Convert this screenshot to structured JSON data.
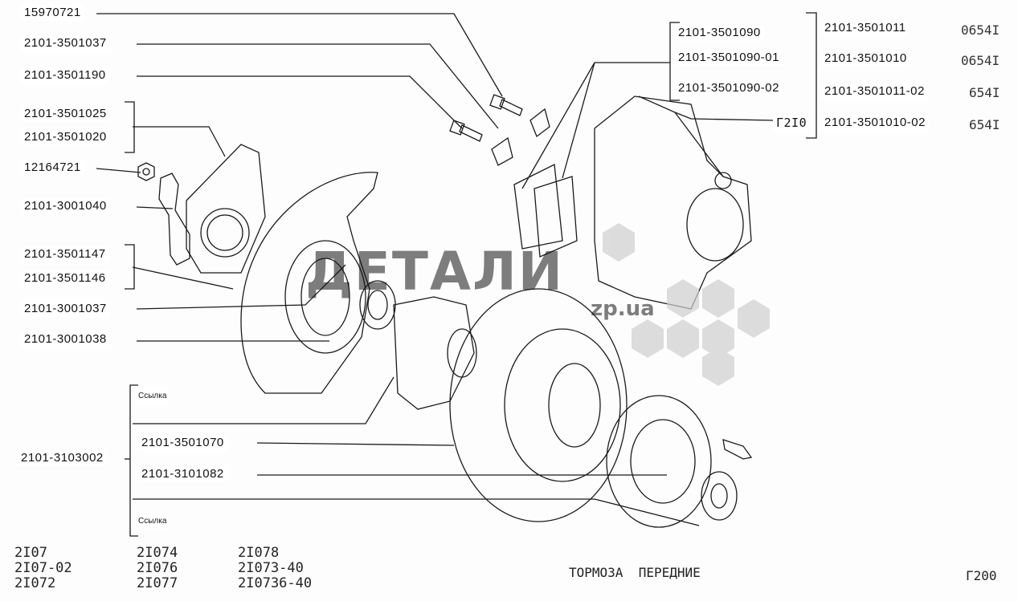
{
  "labels": {
    "p1": "15970721",
    "p2": "2101-3501037",
    "p3": "2101-3501190",
    "p4": "2101-3501025",
    "p5": "2101-3501020",
    "p6": "12164721",
    "p7": "2101-3001040",
    "p8": "2101-3501147",
    "p9": "2101-3501146",
    "p10": "2101-3001037",
    "p11": "2101-3001038",
    "ref1": "Ссылка",
    "p12": "2101-3103002",
    "p13": "2101-3501070",
    "p14": "2101-3101082",
    "ref2": "Ссылка",
    "c1": "2101-3501090",
    "c2": "2101-3501090-01",
    "c3": "2101-3501090-02",
    "r1": "2101-3501011",
    "r2": "2101-3501010",
    "r3": "2101-3501011-02",
    "r4": "2101-3501010-02",
    "g": "Г2I0",
    "t1": "0654I",
    "t2": "0654I",
    "t3": "654I",
    "t4": "654I"
  },
  "models": {
    "col1": "2I07\n2I07-02\n2I072",
    "col2": "2I074\n2I076\n2I077",
    "col3": "2I078\n2I073-40\n2I0736-40"
  },
  "title": "ТОРМОЗА  ПЕРЕДНИЕ",
  "page_code": "Г200",
  "watermark": {
    "brand": "ДЕТАЛИ",
    "domain": "zp.ua",
    "color": "#c8c8c8"
  }
}
